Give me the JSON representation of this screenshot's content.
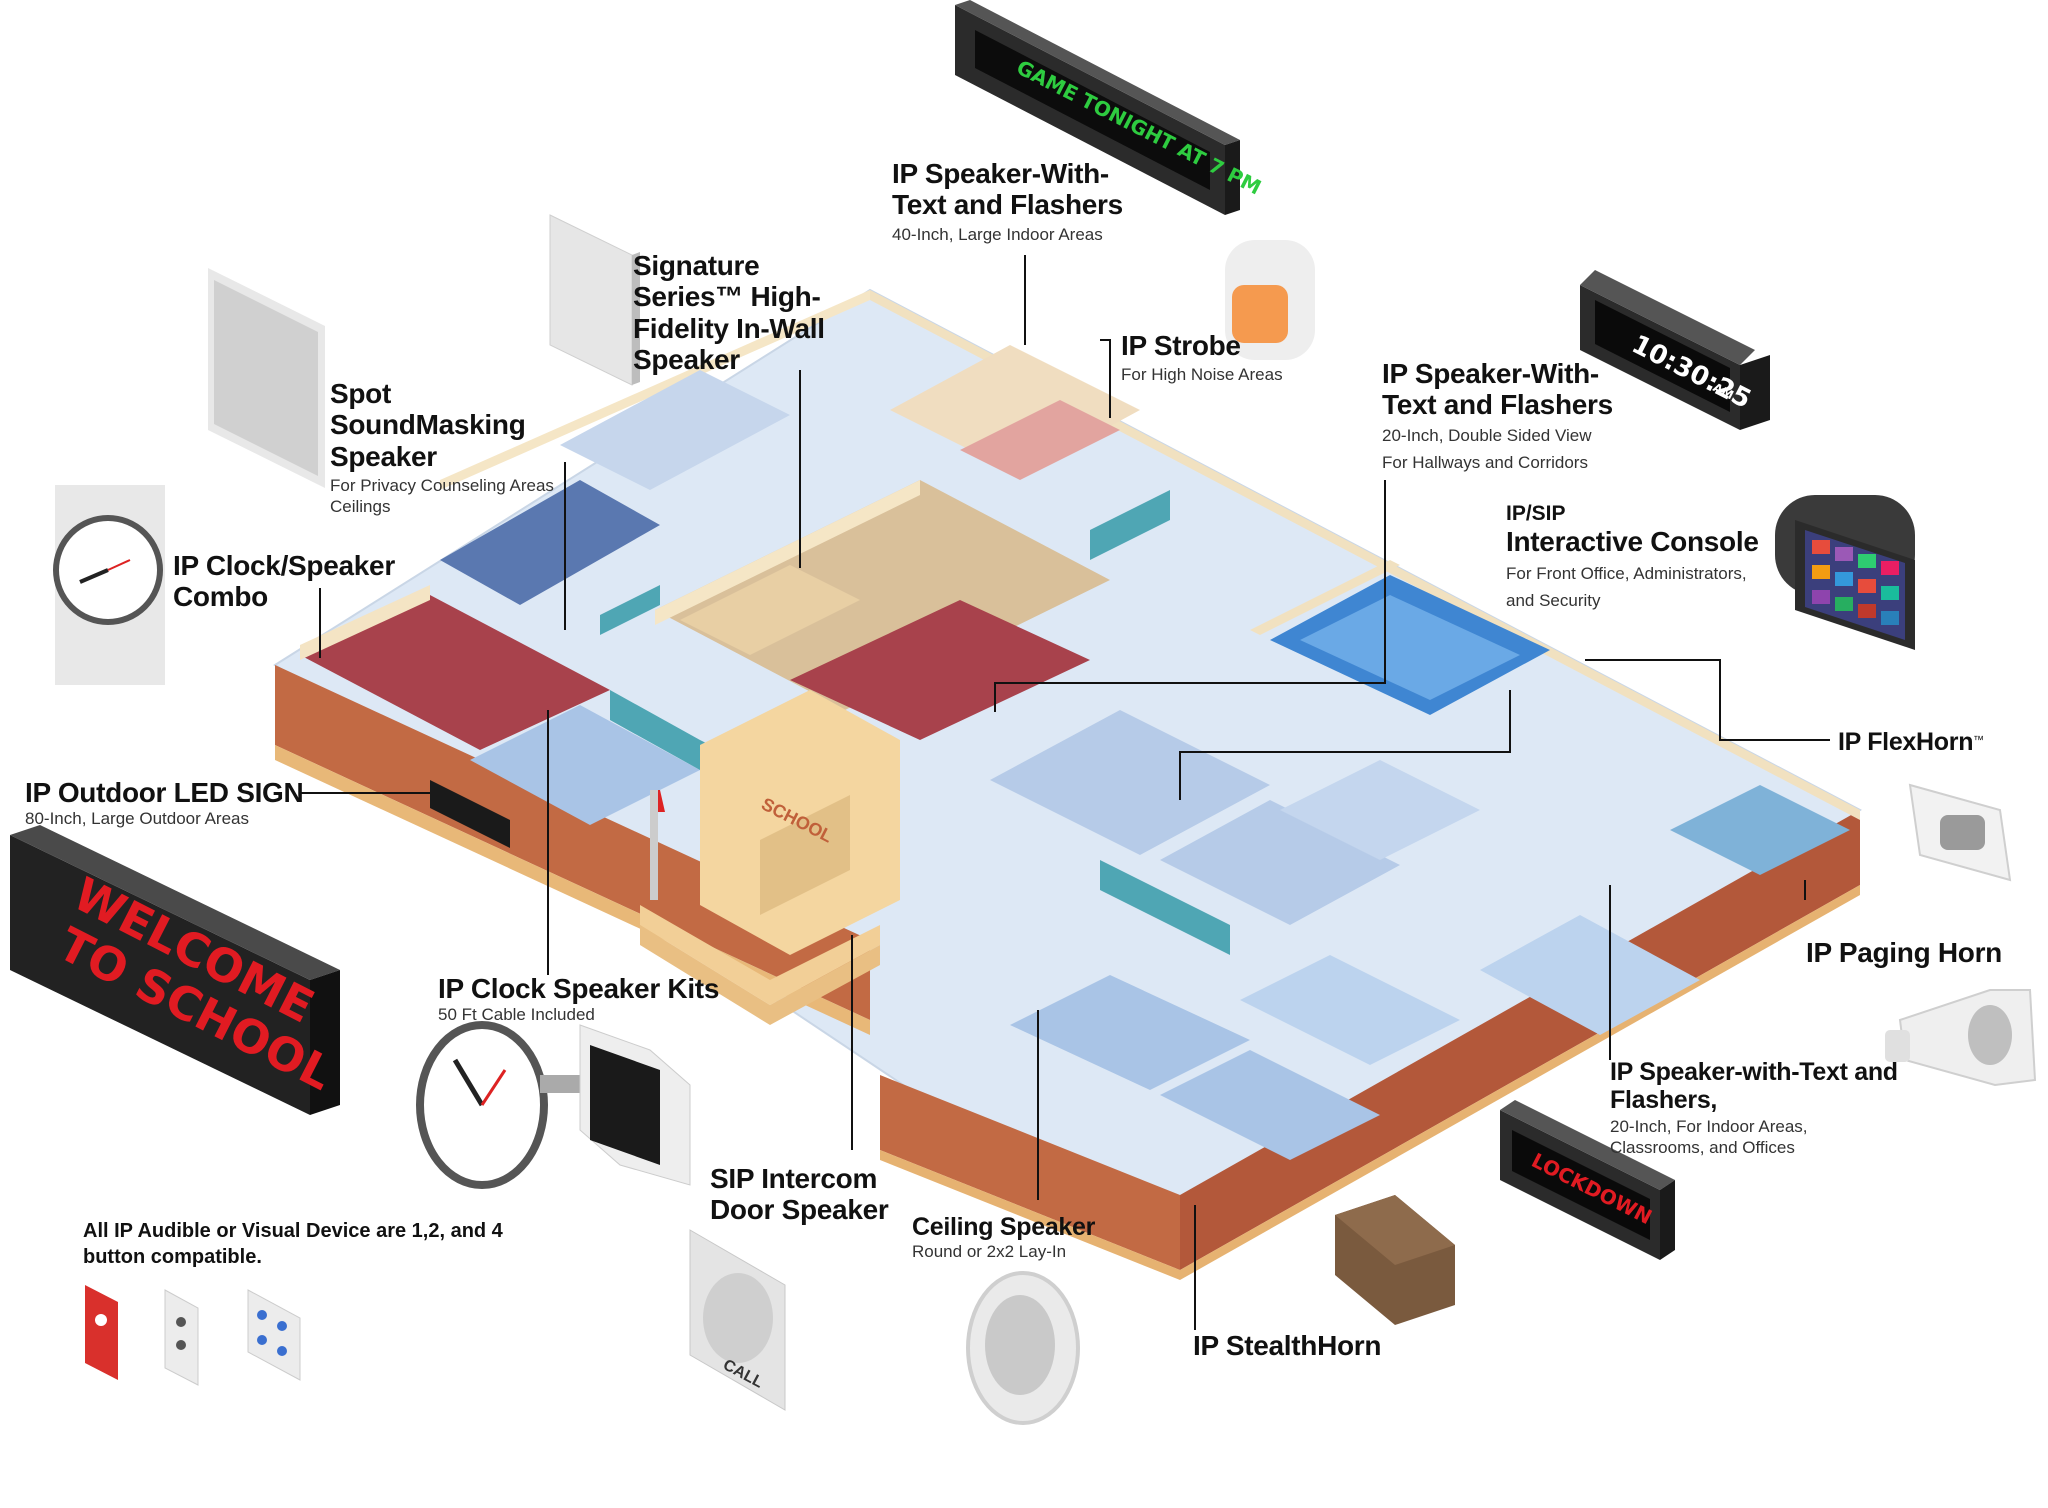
{
  "labels": {
    "speaker_text_40": {
      "title": "IP Speaker-With-Text and Flashers",
      "sub": "40-Inch, Large Indoor Areas"
    },
    "signature": {
      "title": "Signature Series™ High-Fidelity In-Wall Speaker"
    },
    "strobe": {
      "title": "IP Strobe",
      "sub": "For High Noise Areas"
    },
    "spot_masking": {
      "title": "Spot SoundMasking Speaker",
      "sub1": "For Privacy Counseling Areas",
      "sub2": "Ceilings"
    },
    "speaker_text_20_double": {
      "title": "IP Speaker-With-Text and Flashers",
      "sub1": "20-Inch, Double Sided View",
      "sub2": "For Hallways and Corridors"
    },
    "clock_combo": {
      "title": "IP Clock/Speaker Combo"
    },
    "console": {
      "pre": "IP/SIP",
      "title": "Interactive Console",
      "sub1": "For Front Office, Administrators,",
      "sub2": "and Security"
    },
    "flexhorn": {
      "title": "IP FlexHorn",
      "tm": "™"
    },
    "outdoor_led": {
      "title": "IP Outdoor LED SIGN",
      "sub": "80-Inch, Large Outdoor Areas"
    },
    "paging_horn": {
      "title": "IP Paging Horn"
    },
    "clock_kits": {
      "title": "IP Clock Speaker Kits",
      "sub": "50 Ft Cable Included"
    },
    "speaker_text_20_indoor": {
      "title": "IP Speaker-with-Text and Flashers,",
      "sub1": "20-Inch, For Indoor Areas,",
      "sub2": "Classrooms, and Offices"
    },
    "intercom": {
      "title": "SIP Intercom Door Speaker"
    },
    "ceiling": {
      "title": "Ceiling Speaker",
      "sub": "Round or 2x2 Lay-In"
    },
    "stealthhorn": {
      "title": "IP StealthHorn"
    }
  },
  "note": "All IP Audible or Visual Device are 1,2, and 4 button compatible.",
  "signs": {
    "game": "GAME TONIGHT AT 7 PM",
    "time": "10:30:25",
    "ampm": "AM",
    "welcome_line1": "WELCOME",
    "welcome_line2": "TO SCHOOL",
    "lockdown": "LOCKDOWN",
    "school": "SCHOOL",
    "call": "CALL"
  },
  "colors": {
    "brick": "#c0603a",
    "floor": "#d9e6f4",
    "wall": "#f3e4c4",
    "red_room": "#a8424c",
    "led_green": "#2ecc40",
    "led_red": "#e11b22",
    "console_screen": "#3b3f7c"
  }
}
